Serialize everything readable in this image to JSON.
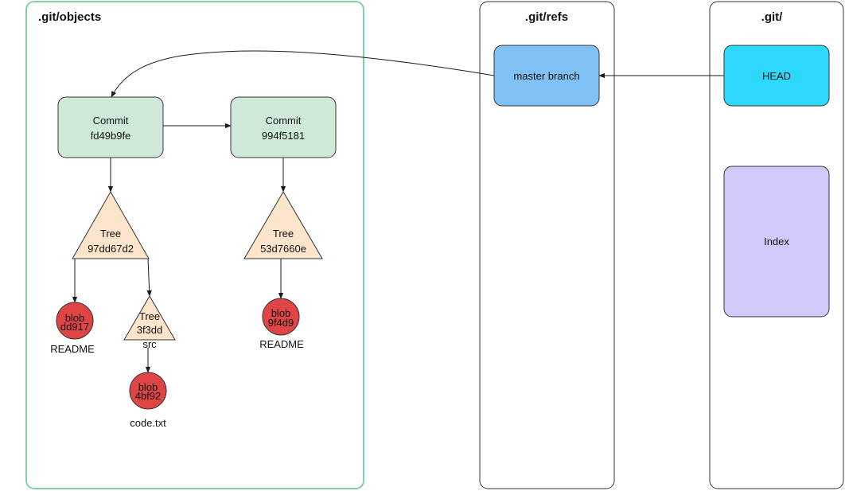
{
  "panels": {
    "objects": {
      "title": ".git/objects",
      "border": "#82d1a5"
    },
    "refs": {
      "title": ".git/refs",
      "border": "#333333"
    },
    "git": {
      "title": ".git/",
      "border": "#333333"
    }
  },
  "commits": [
    {
      "label": "Commit",
      "hash": "fd49b9fe"
    },
    {
      "label": "Commit",
      "hash": "994f5181"
    }
  ],
  "trees": [
    {
      "label": "Tree",
      "hash": "97dd67d2",
      "name": ""
    },
    {
      "label": "Tree",
      "hash": "3f3dd",
      "name": "src"
    },
    {
      "label": "Tree",
      "hash": "53d7660e",
      "name": ""
    }
  ],
  "blobs": [
    {
      "label": "blob",
      "hash": "dd917",
      "name": "README"
    },
    {
      "label": "blob",
      "hash": "4bf92",
      "name": "code.txt"
    },
    {
      "label": "blob",
      "hash": "9f4d9",
      "name": "README"
    }
  ],
  "refs": {
    "master": "master branch"
  },
  "git_files": {
    "head": "HEAD",
    "index": "Index"
  },
  "colors": {
    "commit_fill": "#cfe9d9",
    "tree_fill": "#fde5cc",
    "blob_fill": "#e04545",
    "master_fill": "#80c1f5",
    "head_fill": "#2ed8fc",
    "index_fill": "#d0c9fc",
    "edge": "#1a1a1a"
  }
}
